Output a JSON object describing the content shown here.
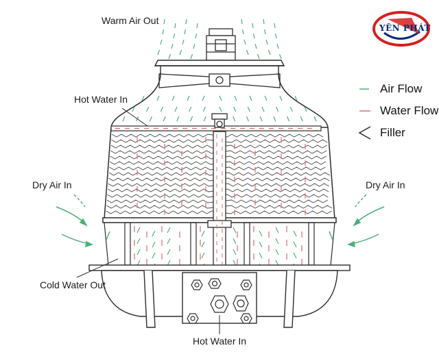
{
  "colors": {
    "air": "#4caf7a",
    "water": "#e06b6b",
    "line": "#2b2b2b",
    "logo_red": "#d42020",
    "logo_blue": "#0a2a78"
  },
  "labels": {
    "warm_air_out": "Warm Air Out",
    "hot_water_in_top": "Hot Water In",
    "dry_air_in_left": "Dry Air In",
    "dry_air_in_right": "Dry Air In",
    "cold_water_out": "Cold Water Out",
    "hot_water_in_bottom": "Hot Water In"
  },
  "legend": [
    {
      "label": "Air Flow",
      "icon": "air-flow-dash"
    },
    {
      "label": "Water Flow",
      "icon": "water-flow-dash"
    },
    {
      "label": "Filler",
      "icon": "filler-chevron"
    }
  ],
  "logo": {
    "text": "YÊN PHÁT"
  }
}
